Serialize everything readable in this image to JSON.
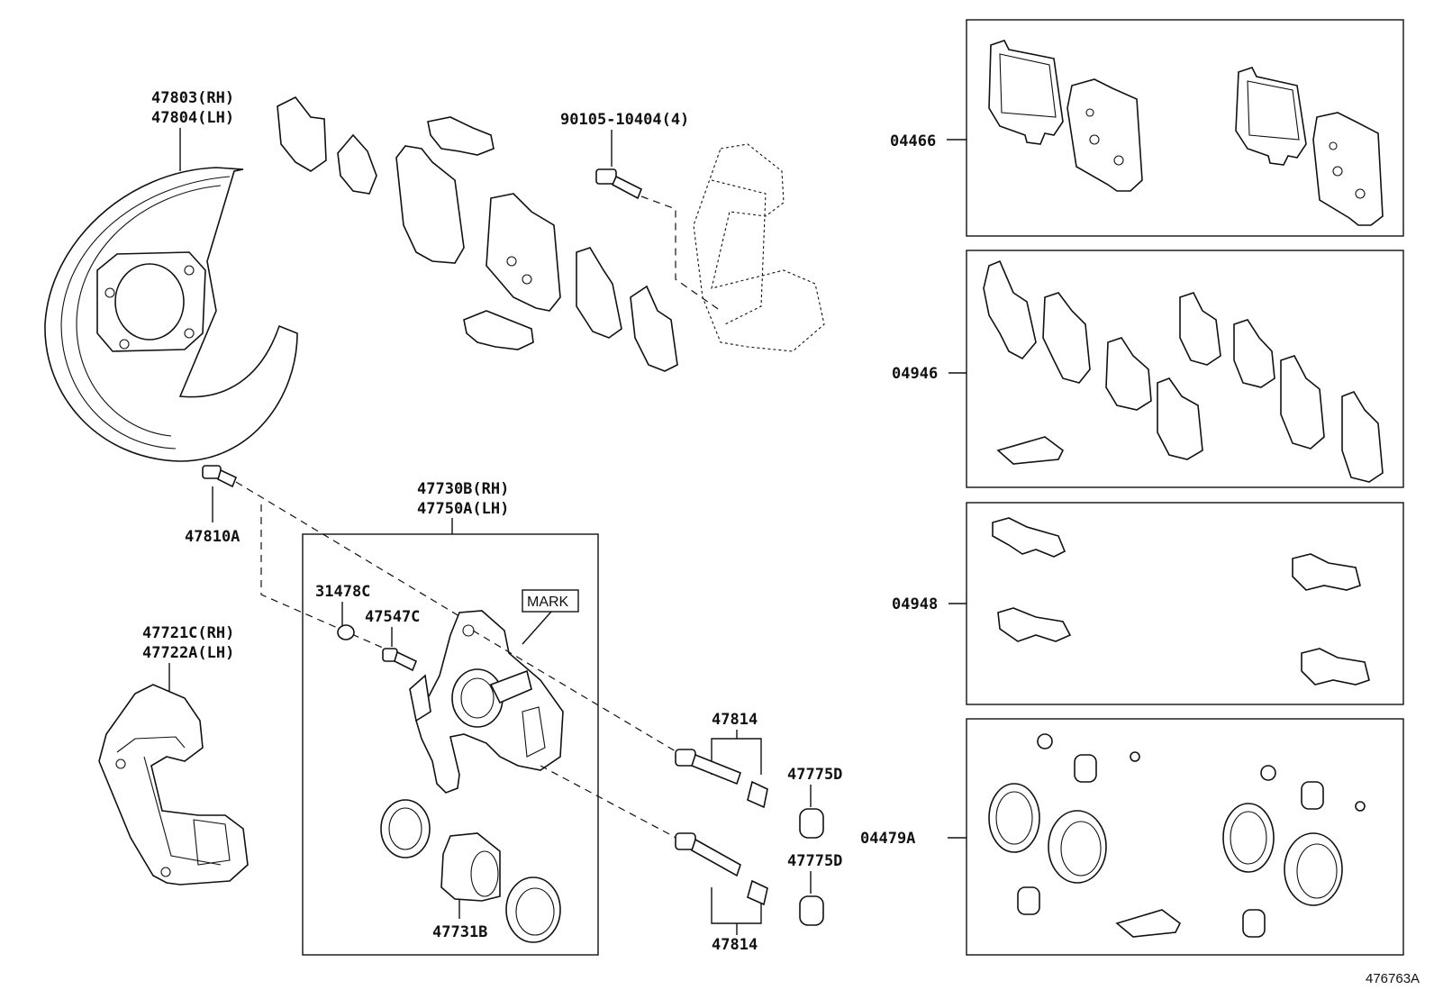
{
  "labels": {
    "backing_plate": [
      "47803(RH)",
      "47804(LH)"
    ],
    "bolt_top": "90105-10404(4)",
    "bleeder_bolt": "47810A",
    "caliper": [
      "47730B(RH)",
      "47750A(LH)"
    ],
    "bleeder_cap": "31478C",
    "bleeder_plug": "47547C",
    "mark": "MARK",
    "mounting": [
      "47721C(RH)",
      "47722A(LH)"
    ],
    "pin_top": "47814",
    "pin_bottom": "47814",
    "boot_top": "47775D",
    "boot_bottom": "47775D",
    "piston": "47731B",
    "kit_pads": "04466",
    "kit_shims": "04946",
    "kit_clips": "04948",
    "kit_seals": "04479A",
    "figure_code": "476763A"
  }
}
